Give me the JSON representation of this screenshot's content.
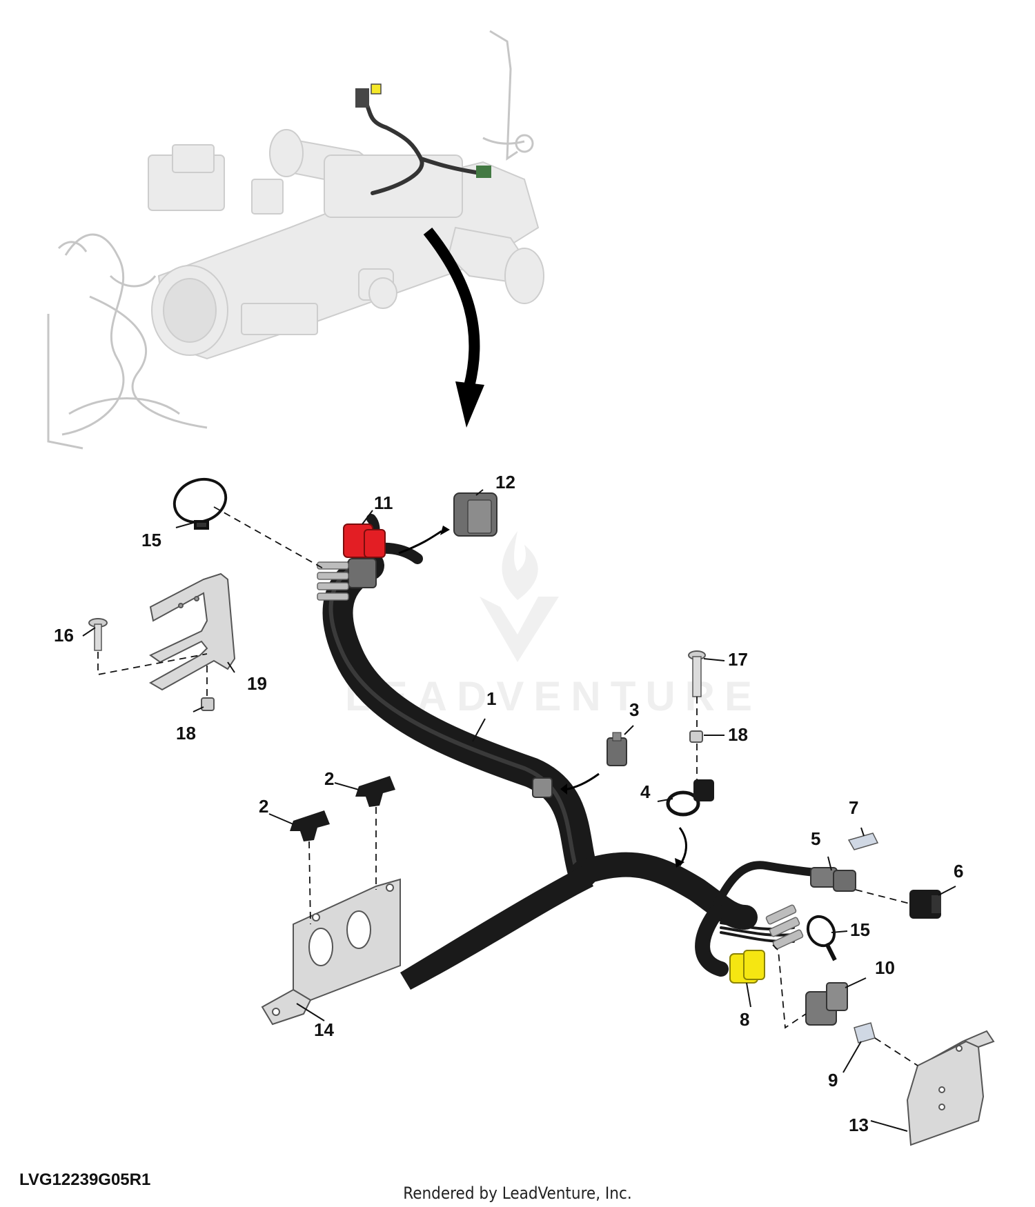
{
  "callouts": [
    {
      "id": "c1",
      "text": "1"
    },
    {
      "id": "c2a",
      "text": "2"
    },
    {
      "id": "c2b",
      "text": "2"
    },
    {
      "id": "c3",
      "text": "3"
    },
    {
      "id": "c4",
      "text": "4"
    },
    {
      "id": "c5",
      "text": "5"
    },
    {
      "id": "c6",
      "text": "6"
    },
    {
      "id": "c7",
      "text": "7"
    },
    {
      "id": "c8",
      "text": "8"
    },
    {
      "id": "c9",
      "text": "9"
    },
    {
      "id": "c10",
      "text": "10"
    },
    {
      "id": "c11",
      "text": "11"
    },
    {
      "id": "c12",
      "text": "12"
    },
    {
      "id": "c13",
      "text": "13"
    },
    {
      "id": "c14",
      "text": "14"
    },
    {
      "id": "c15a",
      "text": "15"
    },
    {
      "id": "c15b",
      "text": "15"
    },
    {
      "id": "c16",
      "text": "16"
    },
    {
      "id": "c17",
      "text": "17"
    },
    {
      "id": "c18a",
      "text": "18"
    },
    {
      "id": "c18b",
      "text": "18"
    },
    {
      "id": "c19",
      "text": "19"
    }
  ],
  "watermark": {
    "text": "LEADVENTURE"
  },
  "drawing_id": "LVG12239G05R1",
  "footer": {
    "credit": "Rendered by LeadVenture, Inc."
  },
  "colors": {
    "harness": "#1a1a1a",
    "connector_red": "#e31e24",
    "connector_yellow": "#f5e612",
    "connector_gray": "#7a7a7a",
    "bracket": "#d2d2d2",
    "ghost": "#c8c8c8"
  }
}
